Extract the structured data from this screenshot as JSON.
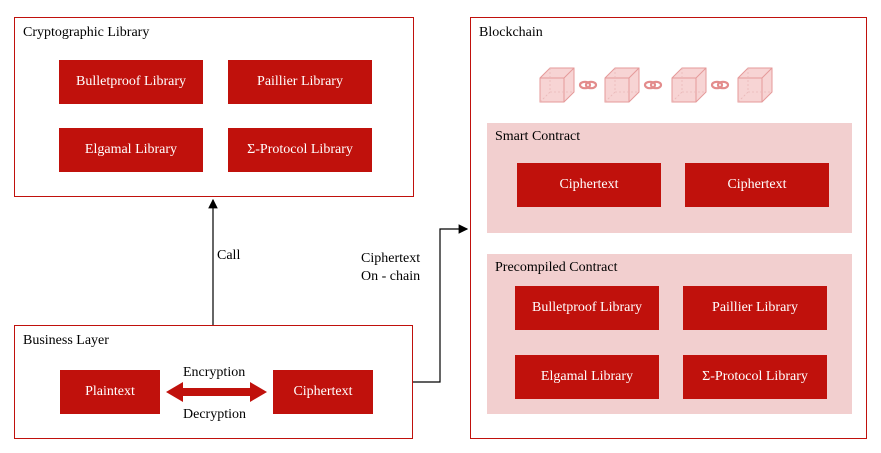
{
  "crypto": {
    "title": "Cryptographic Library",
    "items": [
      "Bulletproof Library",
      "Paillier Library",
      "Elgamal Library",
      "Σ-Protocol Library"
    ]
  },
  "business": {
    "title": "Business Layer",
    "plaintext": "Plaintext",
    "ciphertext": "Ciphertext",
    "encryption": "Encryption",
    "decryption": "Decryption"
  },
  "blockchain": {
    "title": "Blockchain",
    "smart_contract": {
      "title": "Smart Contract",
      "items": [
        "Ciphertext",
        "Ciphertext"
      ]
    },
    "precompiled_contract": {
      "title": "Precompiled Contract",
      "items": [
        "Bulletproof Library",
        "Paillier Library",
        "Elgamal Library",
        "Σ-Protocol Library"
      ]
    }
  },
  "edges": {
    "call_label": "Call",
    "onchain_label_line1": "Ciphertext",
    "onchain_label_line2": "On - chain"
  },
  "colors": {
    "accent": "#c0110c",
    "subpanel_fill": "#f2cfcf",
    "cube_fill": "#f7d4d4",
    "cube_stroke": "#e59a9a"
  }
}
